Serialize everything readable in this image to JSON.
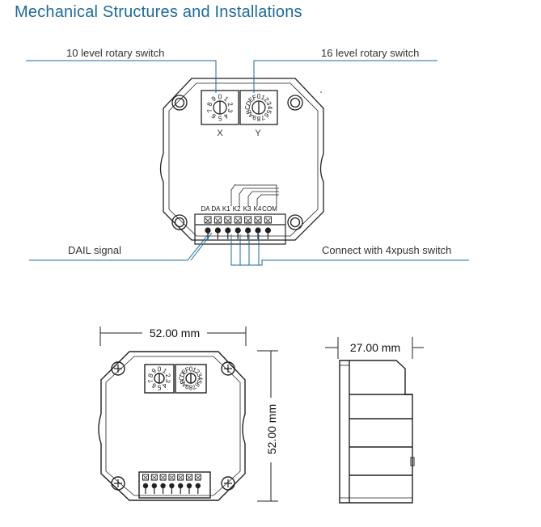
{
  "title": "Mechanical Structures and Installations",
  "callouts": {
    "rotary10": "10 level rotary switch",
    "rotary16": "16 level rotary switch",
    "dali": "DAIL signal",
    "push": "Connect with 4xpush switch"
  },
  "switch_labels": {
    "x": "X",
    "y": "Y"
  },
  "dial10_digits": [
    "0",
    "1",
    "2",
    "3",
    "4",
    "5",
    "6",
    "7",
    "8",
    "9"
  ],
  "dial16_digits": [
    "0",
    "1",
    "2",
    "3",
    "4",
    "5",
    "6",
    "7",
    "8",
    "9",
    "A",
    "B",
    "C",
    "D",
    "E",
    "F"
  ],
  "terminals": [
    "DA",
    "DA",
    "K1",
    "K2",
    "K3",
    "K4",
    "COM"
  ],
  "dimensions": {
    "width": "52.00 mm",
    "height": "52.00 mm",
    "depth": "27.00 mm"
  }
}
